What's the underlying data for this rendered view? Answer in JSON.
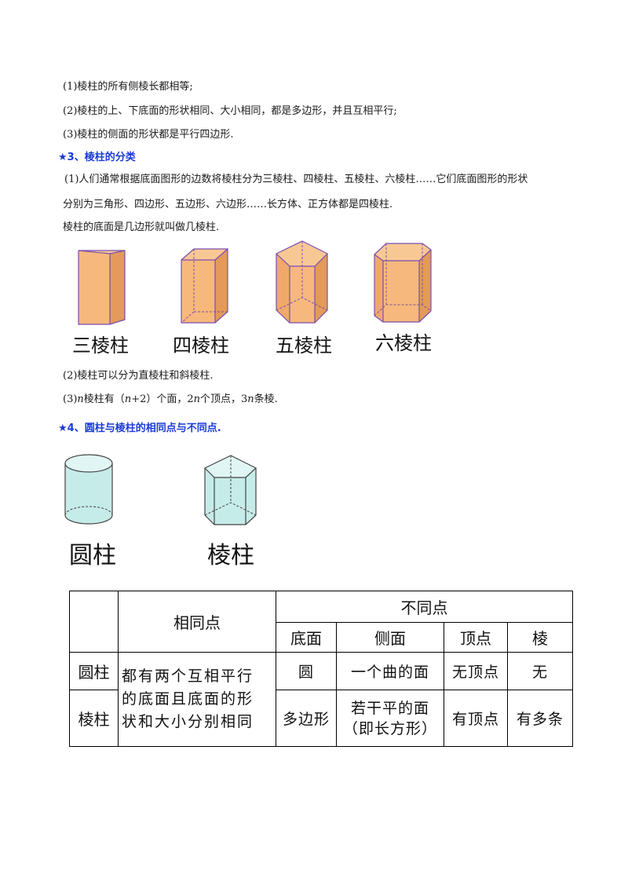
{
  "properties": [
    "(1)棱柱的所有侧棱长都相等;",
    "(2)棱柱的上、下底面的形状相同、大小相同，都是多边形，并且互相平行;",
    "(3)棱柱的侧面的形状都是平行四边形."
  ],
  "section3": {
    "heading": "★3、棱柱的分类",
    "p1_line1": "(1)人们通常根据底面图形的边数将棱柱分为三棱柱、四棱柱、五棱柱、六棱柱……它们底面图形的形状",
    "p1_line2": "分别为三角形、四边形、五边形、六边形……长方体、正方体都是四棱柱.",
    "p1_line3": "棱柱的底面是几边形就叫做几棱柱.",
    "prisms": [
      "三棱柱",
      "四棱柱",
      "五棱柱",
      "六棱柱"
    ],
    "p2": "(2)棱柱可以分为直棱柱和斜棱柱.",
    "p3": {
      "a": "(3)",
      "n1": "n",
      "b": "棱柱有（",
      "n2": "n",
      "c": "+2）个面，2",
      "n3": "n",
      "d": "个顶点，3",
      "n4": "n",
      "e": "条棱."
    }
  },
  "section4": {
    "heading": "★4、圆柱与棱柱的相同点与不同点.",
    "cylinder_label": "圆柱",
    "prism_label": "棱柱"
  },
  "table": {
    "same_header": "相同点",
    "diff_header": "不同点",
    "sub_headers": [
      "底面",
      "侧面",
      "顶点",
      "棱"
    ],
    "row1_label": "圆柱",
    "row2_label": "棱柱",
    "same_lines": [
      "都有两个互相平行",
      "的底面且底面的形",
      "状和大小分别相同"
    ],
    "cylinder": {
      "base": "圆",
      "side": "一个曲的面",
      "vertex": "无顶点",
      "edge": "无"
    },
    "prism": {
      "base": "多边形",
      "side_line1": "若干平的面",
      "side_line2": "（即长方形）",
      "vertex": "有顶点",
      "edge": "有多条"
    }
  },
  "colors": {
    "prism_fill": "#f6b87c",
    "prism_edge": "#7a4fb0",
    "cylinder_fill": "#c6ece9",
    "heading": "#1a3bd6"
  }
}
